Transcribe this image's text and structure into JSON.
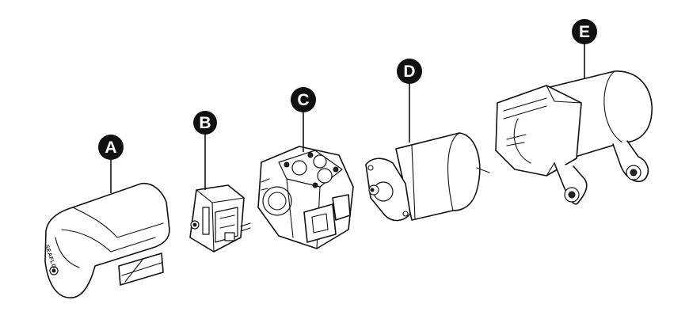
{
  "diagram": {
    "callouts": [
      {
        "id": "A",
        "label": "A"
      },
      {
        "id": "B",
        "label": "B"
      },
      {
        "id": "C",
        "label": "C"
      },
      {
        "id": "D",
        "label": "D"
      },
      {
        "id": "E",
        "label": "E"
      }
    ],
    "brand_mark": "SEAFLO",
    "colors": {
      "ink": "#111111",
      "background": "#ffffff",
      "callout_fill": "#111111",
      "callout_text": "#ffffff"
    }
  }
}
